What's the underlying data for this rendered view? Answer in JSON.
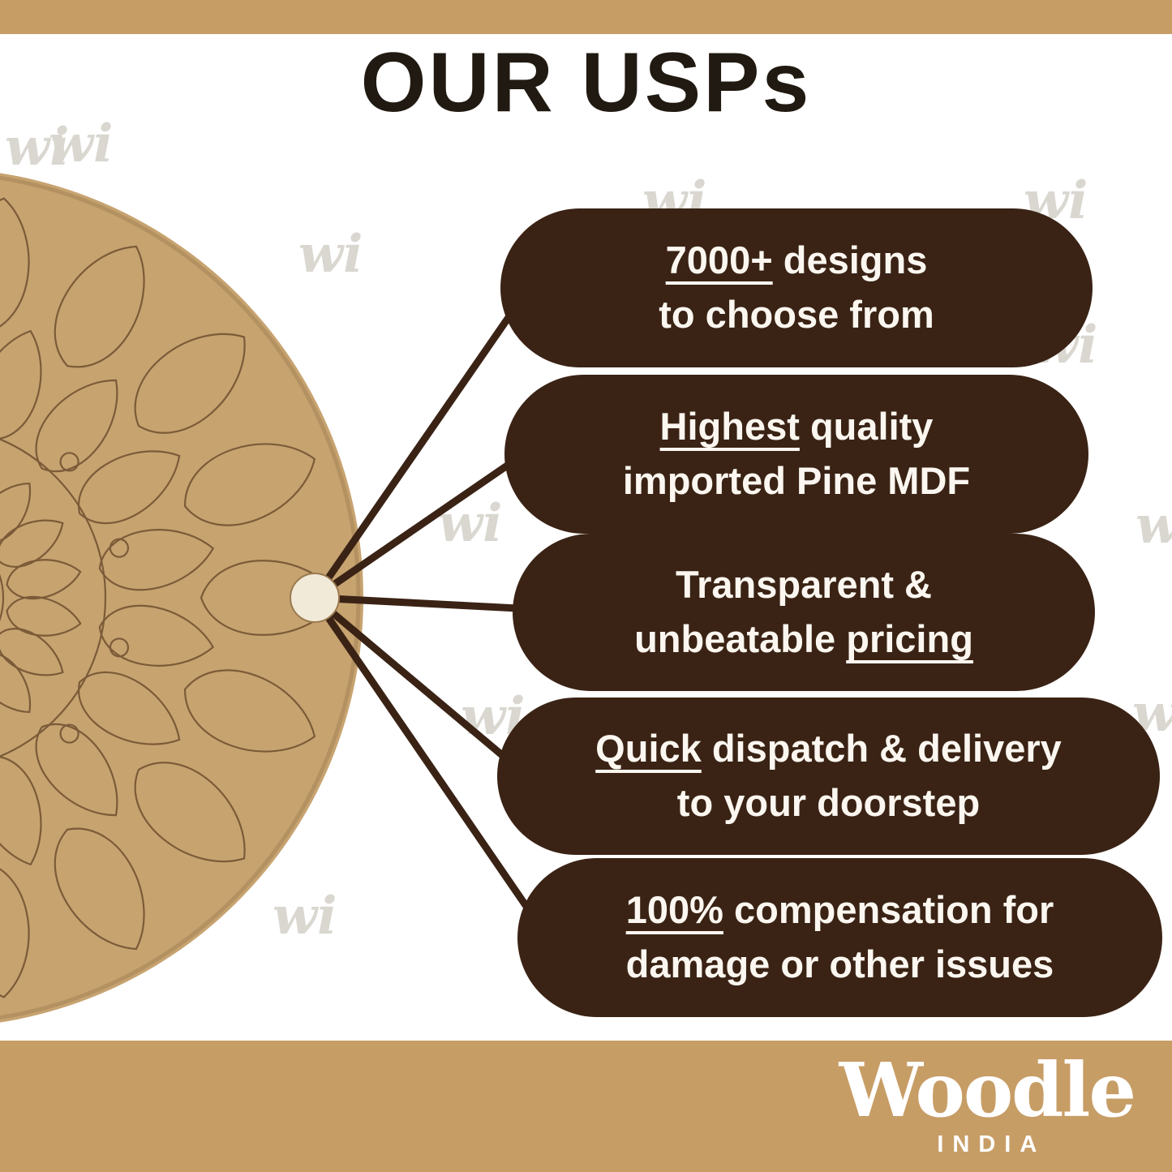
{
  "header": {
    "title": "OUR USPs"
  },
  "watermark": {
    "text": "wi"
  },
  "usps": [
    {
      "line1": {
        "pre": "",
        "u": "7000+",
        "post": " designs"
      },
      "line2": {
        "pre": "to choose from",
        "u": "",
        "post": ""
      }
    },
    {
      "line1": {
        "pre": "",
        "u": "Highest",
        "post": " quality"
      },
      "line2": {
        "pre": "imported Pine MDF",
        "u": "",
        "post": ""
      }
    },
    {
      "line1": {
        "pre": "Transparent &",
        "u": "",
        "post": ""
      },
      "line2": {
        "pre": "unbeatable ",
        "u": "pricing",
        "post": ""
      }
    },
    {
      "line1": {
        "pre": "",
        "u": "Quick",
        "post": " dispatch & delivery"
      },
      "line2": {
        "pre": "to your doorstep",
        "u": "",
        "post": ""
      }
    },
    {
      "line1": {
        "pre": "",
        "u": "100%",
        "post": " compensation for"
      },
      "line2": {
        "pre": "damage or other issues",
        "u": "",
        "post": ""
      }
    }
  ],
  "footer": {
    "brand": "Woodle",
    "country": "INDIA"
  },
  "colors": {
    "band": "#c79d66",
    "pill": "#3a2315",
    "board": "#c7a370",
    "mandala_line": "#7b5b38",
    "pill_text": "#fbf7f0",
    "title_text": "#211a12",
    "watermark": "#d9d7d0",
    "hub_node": "#f2ead8"
  }
}
